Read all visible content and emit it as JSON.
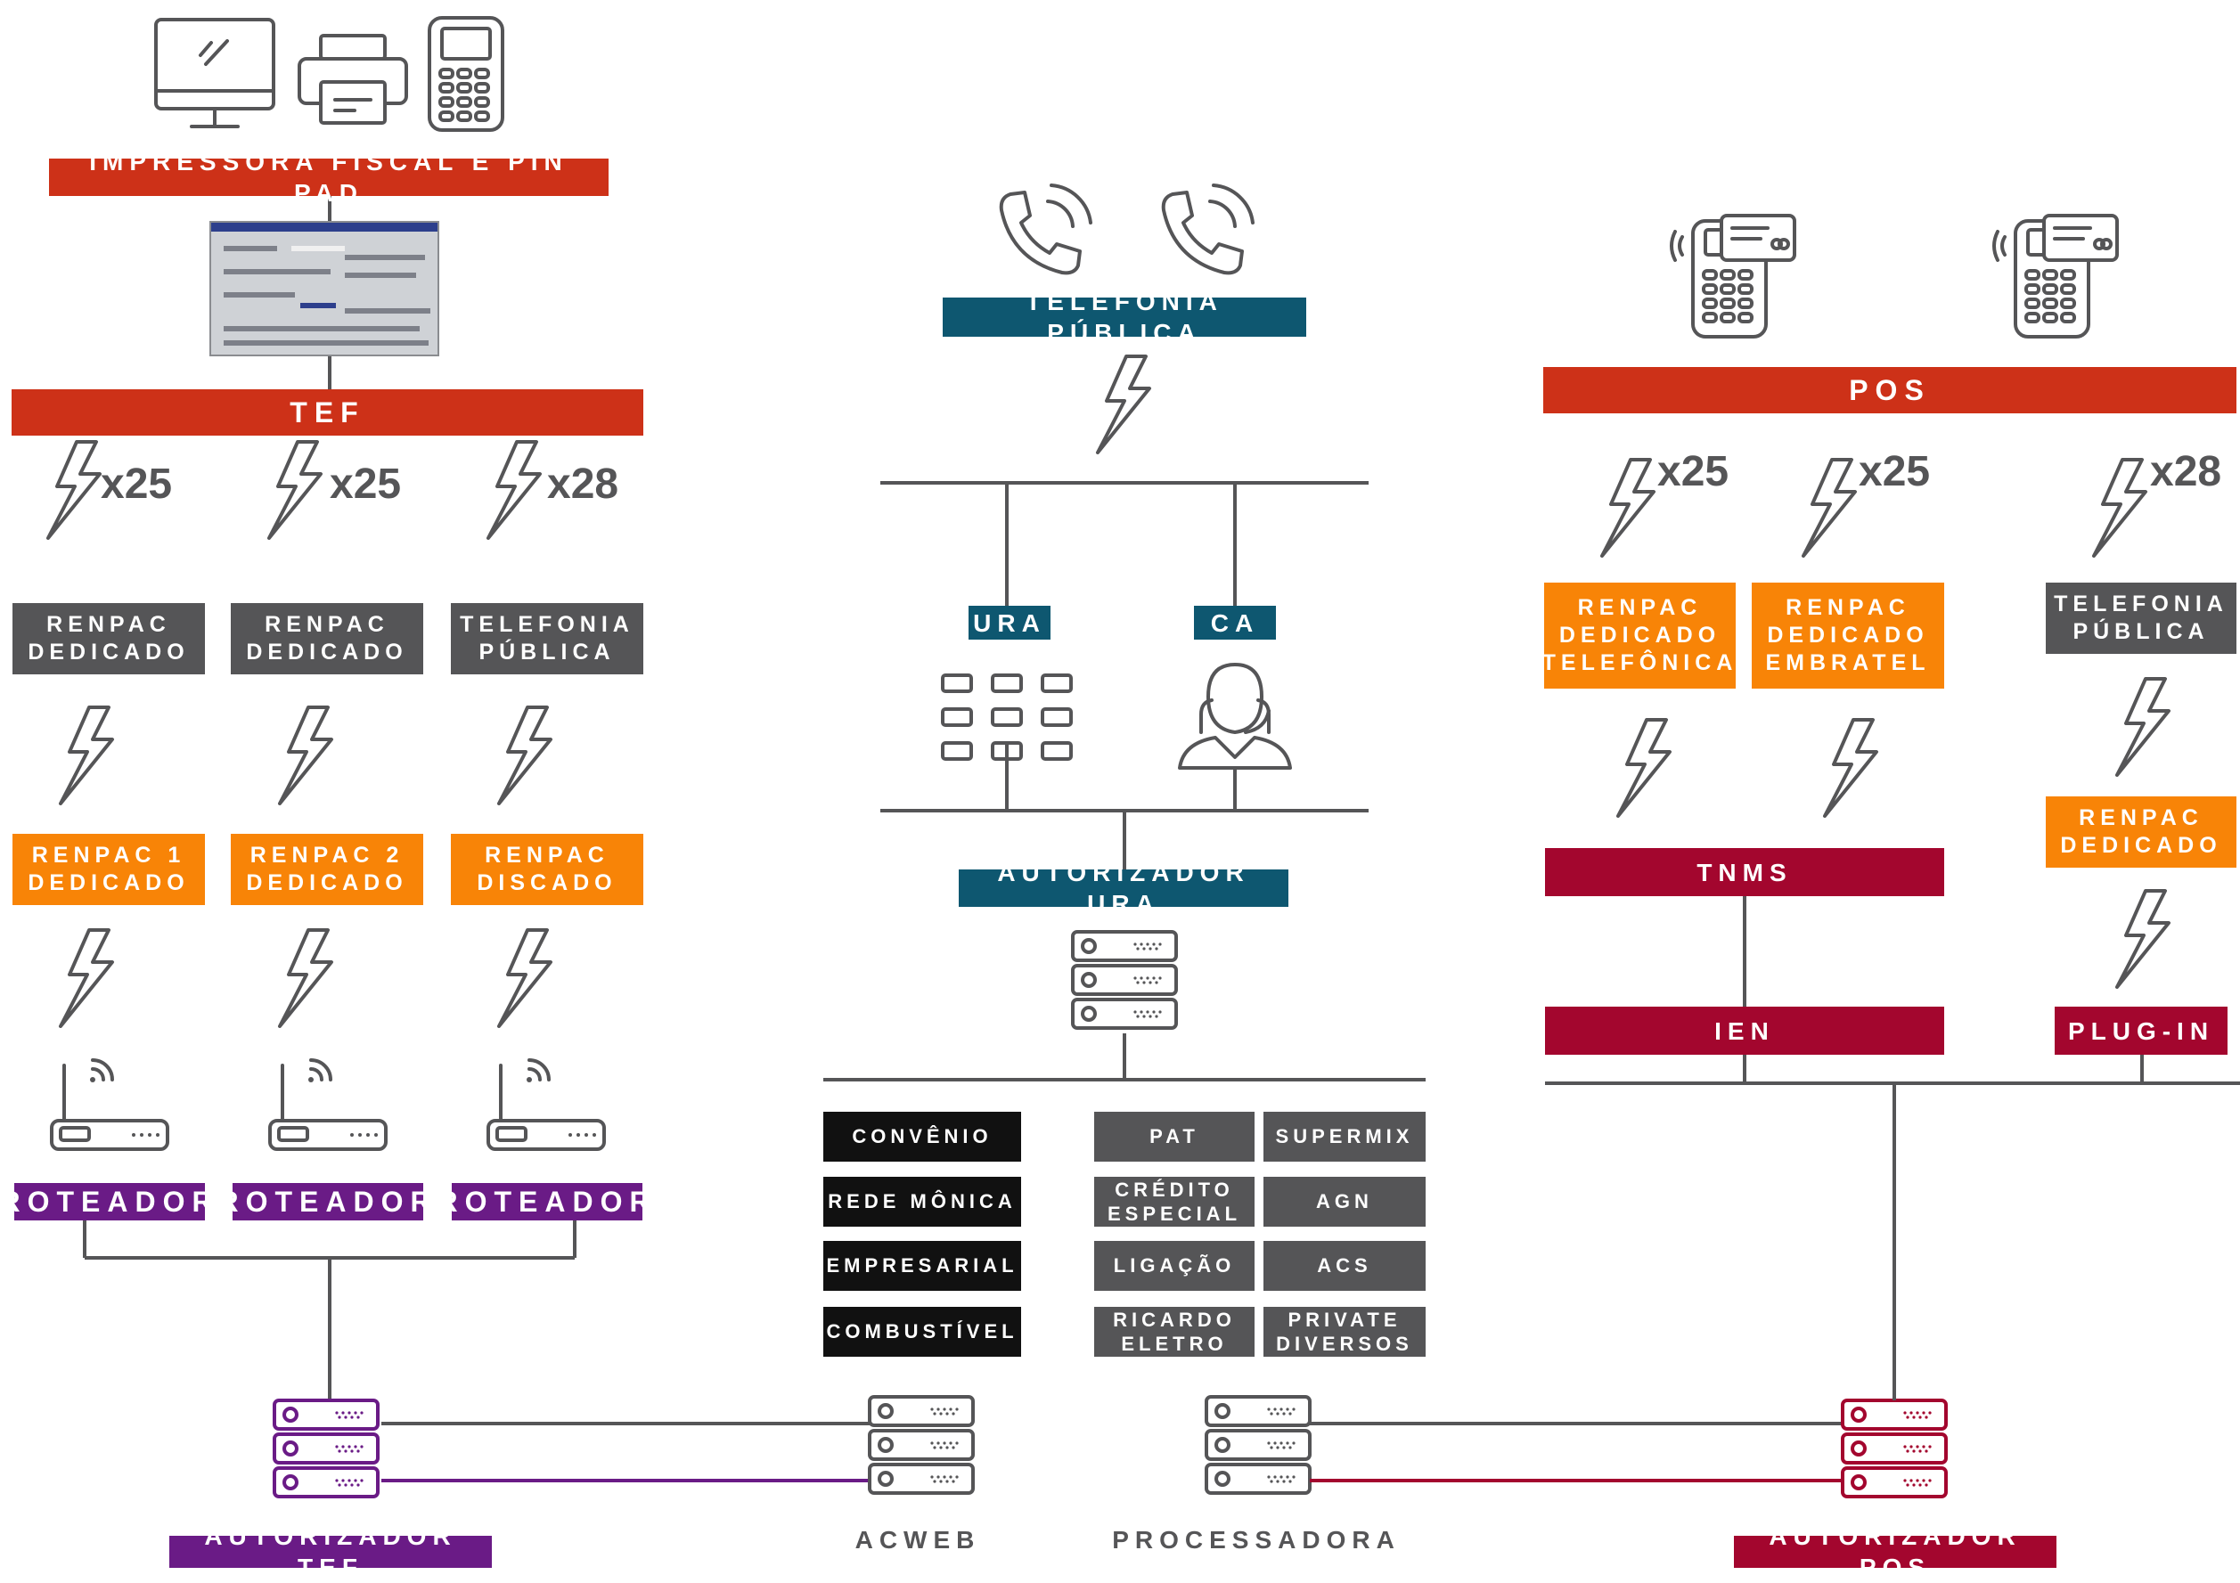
{
  "colors": {
    "line": "#555557",
    "red": "#cd3118",
    "teal": "#0e5770",
    "gray": "#555557",
    "orange": "#f88407",
    "purple": "#6a1b86",
    "crimson": "#a3062e",
    "black": "#111111"
  },
  "tef": {
    "impressora_label": "IMPRESSORA FISCAL E PIN PAD",
    "tef_label": "TEF",
    "multipliers": [
      "x25",
      "x25",
      "x28"
    ],
    "row1": [
      "RENPAC\nDEDICADO",
      "RENPAC\nDEDICADO",
      "TELEFONIA\nPÚBLICA"
    ],
    "row2": [
      "RENPAC 1\nDEDICADO",
      "RENPAC 2\nDEDICADO",
      "RENPAC\nDISCADO"
    ],
    "routers": [
      "ROTEADOR",
      "ROTEADOR",
      "ROTEADOR"
    ],
    "autorizador_label": "AUTORIZADOR TEF"
  },
  "ura": {
    "telefonia_label": "TELEFONIA PÚBLICA",
    "ura_label": "URA",
    "ca_label": "CA",
    "autorizador_label": "AUTORIZADOR URA"
  },
  "services": {
    "left": [
      "CONVÊNIO",
      "REDE MÔNICA",
      "EMPRESARIAL",
      "COMBUSTÍVEL"
    ],
    "right": [
      [
        "PAT",
        "SUPERMIX"
      ],
      [
        "CRÉDITO\nESPECIAL",
        "AGN"
      ],
      [
        "LIGAÇÃO",
        "ACS"
      ],
      [
        "RICARDO\nELETRO",
        "PRIVATE\nDIVERSOS"
      ]
    ]
  },
  "bottom": {
    "acweb_label": "ACWEB",
    "processadora_label": "PROCESSADORA"
  },
  "pos": {
    "pos_label": "POS",
    "multipliers": [
      "x25",
      "x25",
      "x28"
    ],
    "renpac_telefonica": "RENPAC\nDEDICADO\nTELEFÔNICA",
    "renpac_embratel": "RENPAC\nDEDICADO\nEMBRATEL",
    "telefonia_publica": "TELEFONIA\nPÚBLICA",
    "renpac_dedicado": "RENPAC\nDEDICADO",
    "tnms_label": "TNMS",
    "ien_label": "IEN",
    "plugin_label": "PLUG-IN",
    "autorizador_label": "AUTORIZADOR POS"
  },
  "icons": [
    "monitor-icon",
    "printer-icon",
    "pinpad-icon",
    "phone-icon",
    "lightning-icon",
    "router-icon",
    "server-icon",
    "keypad-icon",
    "operator-icon",
    "pos-terminal-icon"
  ]
}
